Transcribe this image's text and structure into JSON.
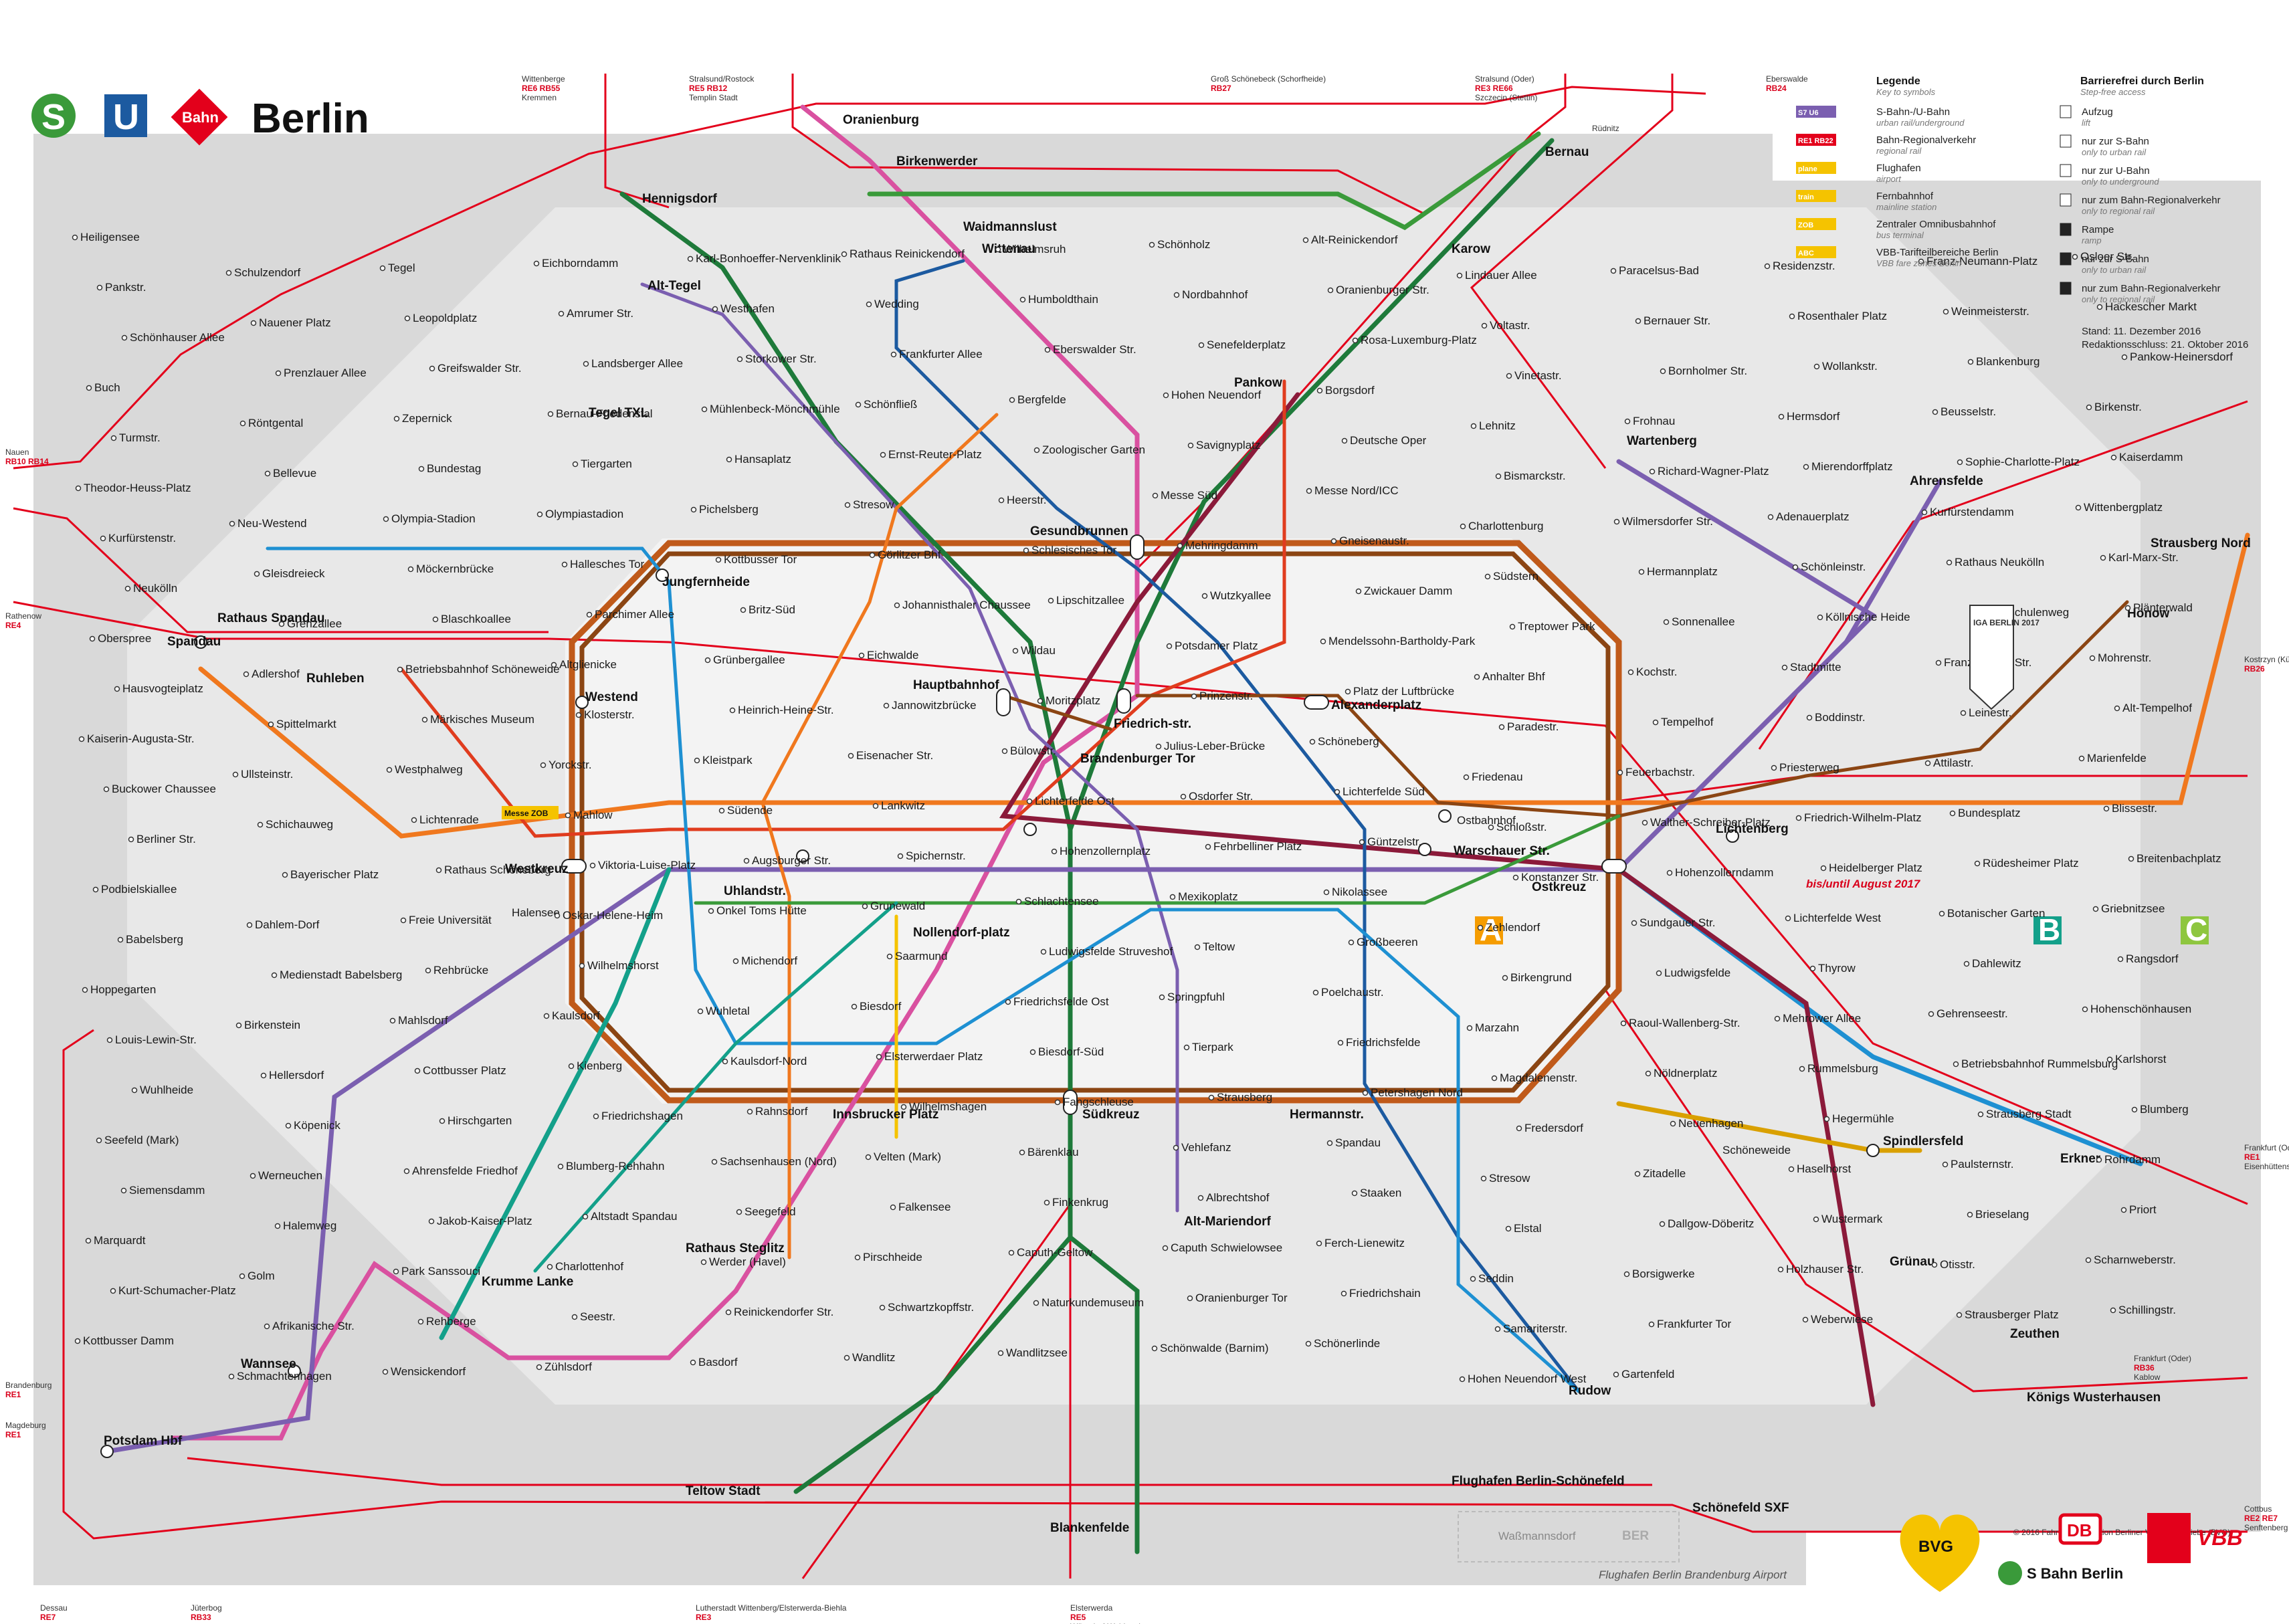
{
  "header": {
    "s_badge": "S",
    "u_badge": "U",
    "bahn_badge": "Bahn",
    "title": "Berlin"
  },
  "legend": {
    "title": "Legende",
    "subtitle": "Key to symbols",
    "items": [
      {
        "tag": "S7 U6",
        "label": "S-Bahn-/U-Bahn",
        "sub": "urban rail/underground"
      },
      {
        "tag": "RE1 RB22",
        "label": "Bahn-Regionalverkehr",
        "sub": "regional rail"
      },
      {
        "tag": "plane",
        "label": "Flughafen",
        "sub": "airport"
      },
      {
        "tag": "train",
        "label": "Fernbahnhof",
        "sub": "mainline station"
      },
      {
        "tag": "ZOB",
        "label": "Zentraler Omnibusbahnhof",
        "sub": "bus terminal"
      },
      {
        "tag": "ABC",
        "label": "VBB-Tarifteilbereiche Berlin",
        "sub": "VBB fare zones Berlin"
      }
    ],
    "access_title": "Barrierefrei durch Berlin",
    "access_subtitle": "Step-free access",
    "access_items": [
      {
        "label": "Aufzug",
        "sub": "lift"
      },
      {
        "label": "nur zur S-Bahn",
        "sub": "only to urban rail"
      },
      {
        "label": "nur zur U-Bahn",
        "sub": "only to underground"
      },
      {
        "label": "nur zum Bahn-Regionalverkehr",
        "sub": "only to regional rail"
      },
      {
        "label": "Rampe",
        "sub": "ramp"
      },
      {
        "label": "nur zur S-Bahn",
        "sub": "only to urban rail"
      },
      {
        "label": "nur zum Bahn-Regionalverkehr",
        "sub": "only to regional rail"
      }
    ],
    "stand": "Stand: 11. Dezember 2016",
    "redaktion": "Redaktionsschluss: 21. Oktober 2016"
  },
  "zones": {
    "a": "A",
    "b": "B",
    "c": "C"
  },
  "colors": {
    "ring": "#a0522d",
    "s_purple": "#7b5fb0",
    "s_green": "#3a9a3a",
    "s_darkgreen": "#1e7a3a",
    "s_pink": "#d951a0",
    "s_orange": "#f0781e",
    "s_blue": "#1e90d2",
    "s_teal": "#13a08a",
    "s_brown": "#8b4513",
    "u_darkblue": "#1c5aa0",
    "u_yellow": "#f5c300",
    "u_red": "#e03c1e",
    "regional": "#e3001b",
    "zone_a_bg": "#f2f2f2",
    "zone_b_bg": "#e6e6e6",
    "zone_c_bg": "#d8d8d8",
    "zone_a": "#f59c00",
    "zone_b": "#13a08a",
    "zone_c": "#8ec63f"
  },
  "stations": {
    "alexanderplatz": "Alexanderplatz",
    "hauptbahnhof": "Hauptbahnhof",
    "friedrichstr": "Friedrich-str.",
    "ostkreuz": "Ostkreuz",
    "westkreuz": "Westkreuz",
    "suedkreuz": "Südkreuz",
    "gesundbrunnen": "Gesundbrunnen",
    "spandau": "Spandau",
    "wannsee": "Wannsee",
    "potsdam": "Potsdam Hbf",
    "erkner": "Erkner",
    "lichtenberg": "Lichtenberg",
    "ostbahnhof": "Ostbahnhof",
    "jungfernheide": "Jungfernheide",
    "westend": "Westend",
    "bernau": "Bernau",
    "oranienburg": "Oranienburg",
    "hennigsdorf": "Hennigsdorf",
    "ahrensfelde": "Ahrensfelde",
    "strausberg_nord": "Strausberg Nord",
    "koenigs_wusterhausen": "Königs Wusterhausen",
    "schoenefeld": "Schönefeld SXF",
    "flughafen_bs": "Flughafen Berlin-Schönefeld",
    "blankenfelde": "Blankenfelde",
    "teltow_stadt": "Teltow Stadt",
    "tegel": "Tegel TXL",
    "alt_tegel": "Alt-Tegel",
    "pankow": "Pankow",
    "warschauer": "Warschauer Str.",
    "rudow": "Rudow",
    "alt_mariendorf": "Alt-Mariendorf",
    "krumme_lanke": "Krumme Lanke",
    "rathaus_spandau": "Rathaus Spandau",
    "wittenau": "Wittenau",
    "hoenow": "Hönow",
    "wartenberg": "Wartenberg",
    "gruenau": "Grünau",
    "zeuthen": "Zeuthen",
    "spindlersfeld": "Spindlersfeld",
    "hermannstr": "Hermannstr.",
    "innsbrucker": "Innsbrucker Platz",
    "rathaus_steglitz": "Rathaus Steglitz",
    "uhlandstr": "Uhlandstr.",
    "nollendorfplatz": "Nollendorf-platz",
    "brandenburger_tor": "Brandenburger Tor",
    "ruhleben": "Ruhleben",
    "waidmannslust": "Waidmannslust",
    "birkenwerder": "Birkenwerder",
    "karow": "Karow",
    "halensee": "Halensee",
    "schoeneweide": "Schöneweide",
    "ber": "BER",
    "flughafen_ber": "Flughafen Berlin Brandenburg Airport",
    "wassmannsdorf": "Waßmannsdorf",
    "messe_zob": "Messe ZOB"
  },
  "minor_stations": [
    "Heiligensee",
    "Schulzendorf",
    "Tegel",
    "Eichborndamm",
    "Karl-Bonhoeffer-Nervenklinik",
    "Rathaus Reinickendorf",
    "Wilhelmsruh",
    "Schönholz",
    "Alt-Reinickendorf",
    "Lindauer Allee",
    "Paracelsus-Bad",
    "Residenzstr.",
    "Franz-Neumann-Platz",
    "Osloer Str.",
    "Pankstr.",
    "Nauener Platz",
    "Leopoldplatz",
    "Amrumer Str.",
    "Westhafen",
    "Wedding",
    "Humboldthain",
    "Nordbahnhof",
    "Oranienburger Str.",
    "Voltastr.",
    "Bernauer Str.",
    "Rosenthaler Platz",
    "Weinmeisterstr.",
    "Hackescher Markt",
    "Schönhauser Allee",
    "Prenzlauer Allee",
    "Greifswalder Str.",
    "Landsberger Allee",
    "Storkower Str.",
    "Frankfurter Allee",
    "Eberswalder Str.",
    "Senefelderplatz",
    "Rosa-Luxemburg-Platz",
    "Vinetastr.",
    "Bornholmer Str.",
    "Wollankstr.",
    "Blankenburg",
    "Pankow-Heinersdorf",
    "Buch",
    "Röntgental",
    "Zepernick",
    "Bernau-Friedenstal",
    "Mühlenbeck-Mönchmühle",
    "Schönfließ",
    "Bergfelde",
    "Hohen Neuendorf",
    "Borgsdorf",
    "Lehnitz",
    "Frohnau",
    "Hermsdorf",
    "Beusselstr.",
    "Birkenstr.",
    "Turmstr.",
    "Bellevue",
    "Bundestag",
    "Tiergarten",
    "Hansaplatz",
    "Ernst-Reuter-Platz",
    "Zoologischer Garten",
    "Savignyplatz",
    "Deutsche Oper",
    "Bismarckstr.",
    "Richard-Wagner-Platz",
    "Mierendorffplatz",
    "Sophie-Charlotte-Platz",
    "Kaiserdamm",
    "Theodor-Heuss-Platz",
    "Neu-Westend",
    "Olympia-Stadion",
    "Olympiastadion",
    "Pichelsberg",
    "Stresow",
    "Heerstr.",
    "Messe Süd",
    "Messe Nord/ICC",
    "Charlottenburg",
    "Wilmersdorfer Str.",
    "Adenauerplatz",
    "Kurfürstendamm",
    "Wittenbergplatz",
    "Kurfürstenstr.",
    "Gleisdreieck",
    "Möckernbrücke",
    "Hallesches Tor",
    "Kottbusser Tor",
    "Görlitzer Bhf",
    "Schlesisches Tor",
    "Mehringdamm",
    "Gneisenaustr.",
    "Südstern",
    "Hermannplatz",
    "Schönleinstr.",
    "Rathaus Neukölln",
    "Karl-Marx-Str.",
    "Neukölln",
    "Grenzallee",
    "Blaschkoallee",
    "Parchimer Allee",
    "Britz-Süd",
    "Johannisthaler Chaussee",
    "Lipschitzallee",
    "Wutzkyallee",
    "Zwickauer Damm",
    "Treptower Park",
    "Sonnenallee",
    "Köllnische Heide",
    "Baumschulenweg",
    "Plänterwald",
    "Oberspree",
    "Adlershof",
    "Betriebsbahnhof Schöneweide",
    "Altglienicke",
    "Grünbergallee",
    "Eichwalde",
    "Wildau",
    "Potsdamer Platz",
    "Mendelssohn-Bartholdy-Park",
    "Anhalter Bhf",
    "Kochstr.",
    "Stadtmitte",
    "Französische Str.",
    "Mohrenstr.",
    "Hausvogteiplatz",
    "Spittelmarkt",
    "Märkisches Museum",
    "Klosterstr.",
    "Heinrich-Heine-Str.",
    "Jannowitzbrücke",
    "Moritzplatz",
    "Prinzenstr.",
    "Platz der Luftbrücke",
    "Paradestr.",
    "Tempelhof",
    "Boddinstr.",
    "Leinestr.",
    "Alt-Tempelhof",
    "Kaiserin-Augusta-Str.",
    "Ullsteinstr.",
    "Westphalweg",
    "Yorckstr.",
    "Kleistpark",
    "Eisenacher Str.",
    "Bülowstr.",
    "Julius-Leber-Brücke",
    "Schöneberg",
    "Friedenau",
    "Feuerbachstr.",
    "Priesterweg",
    "Attilastr.",
    "Marienfelde",
    "Buckower Chaussee",
    "Schichauweg",
    "Lichtenrade",
    "Mahlow",
    "Südende",
    "Lankwitz",
    "Lichterfelde Ost",
    "Osdorfer Str.",
    "Lichterfelde Süd",
    "Schloßstr.",
    "Walther-Schreiber-Platz",
    "Friedrich-Wilhelm-Platz",
    "Bundesplatz",
    "Blissestr.",
    "Berliner Str.",
    "Bayerischer Platz",
    "Rathaus Schöneberg",
    "Viktoria-Luise-Platz",
    "Augsburger Str.",
    "Spichernstr.",
    "Hohenzollernplatz",
    "Fehrbelliner Platz",
    "Güntzelstr.",
    "Konstanzer Str.",
    "Hohenzollerndamm",
    "Heidelberger Platz",
    "Rüdesheimer Platz",
    "Breitenbachplatz",
    "Podbielskiallee",
    "Dahlem-Dorf",
    "Freie Universität",
    "Oskar-Helene-Heim",
    "Onkel Toms Hütte",
    "Grunewald",
    "Schlachtensee",
    "Mexikoplatz",
    "Nikolassee",
    "Zehlendorf",
    "Sundgauer Str.",
    "Lichterfelde West",
    "Botanischer Garten",
    "Griebnitzsee",
    "Babelsberg",
    "Medienstadt Babelsberg",
    "Rehbrücke",
    "Wilhelmshorst",
    "Michendorf",
    "Saarmund",
    "Ludwigsfelde Struveshof",
    "Teltow",
    "Großbeeren",
    "Birkengrund",
    "Ludwigsfelde",
    "Thyrow",
    "Dahlewitz",
    "Rangsdorf",
    "Hoppegarten",
    "Birkenstein",
    "Mahlsdorf",
    "Kaulsdorf",
    "Wuhletal",
    "Biesdorf",
    "Friedrichsfelde Ost",
    "Springpfuhl",
    "Poelchaustr.",
    "Marzahn",
    "Raoul-Wallenberg-Str.",
    "Mehrower Allee",
    "Gehrenseestr.",
    "Hohenschönhausen",
    "Louis-Lewin-Str.",
    "Hellersdorf",
    "Cottbusser Platz",
    "Kienberg",
    "Kaulsdorf-Nord",
    "Elsterwerdaer Platz",
    "Biesdorf-Süd",
    "Tierpark",
    "Friedrichsfelde",
    "Magdalenenstr.",
    "Nöldnerplatz",
    "Rummelsburg",
    "Betriebsbahnhof Rummelsburg",
    "Karlshorst",
    "Wuhlheide",
    "Köpenick",
    "Hirschgarten",
    "Friedrichshagen",
    "Rahnsdorf",
    "Wilhelmshagen",
    "Fangschleuse",
    "Strausberg",
    "Petershagen Nord",
    "Fredersdorf",
    "Neuenhagen",
    "Hegermühle",
    "Strausberg Stadt",
    "Blumberg",
    "Seefeld (Mark)",
    "Werneuchen",
    "Ahrensfelde Friedhof",
    "Blumberg-Rehhahn",
    "Sachsenhausen (Nord)",
    "Velten (Mark)",
    "Bärenklau",
    "Vehlefanz",
    "Spandau",
    "Stresow",
    "Zitadelle",
    "Haselhorst",
    "Paulsternstr.",
    "Rohrdamm",
    "Siemensdamm",
    "Halemweg",
    "Jakob-Kaiser-Platz",
    "Altstadt Spandau",
    "Seegefeld",
    "Falkensee",
    "Finkenkrug",
    "Albrechtshof",
    "Staaken",
    "Elstal",
    "Dallgow-Döberitz",
    "Wustermark",
    "Brieselang",
    "Priort",
    "Marquardt",
    "Golm",
    "Park Sanssouci",
    "Charlottenhof",
    "Werder (Havel)",
    "Pirschheide",
    "Caputh-Geltow",
    "Caputh Schwielowsee",
    "Ferch-Lienewitz",
    "Seddin",
    "Borsigwerke",
    "Holzhauser Str.",
    "Otisstr.",
    "Scharnweberstr.",
    "Kurt-Schumacher-Platz",
    "Afrikanische Str.",
    "Rehberge",
    "Seestr.",
    "Reinickendorfer Str.",
    "Schwartzkopffstr.",
    "Naturkundemuseum",
    "Oranienburger Tor",
    "Friedrichshain",
    "Samariterstr.",
    "Frankfurter Tor",
    "Weberwiese",
    "Strausberger Platz",
    "Schillingstr.",
    "Kottbusser Damm",
    "Schmachtenhagen",
    "Wensickendorf",
    "Zühlsdorf",
    "Basdorf",
    "Wandlitz",
    "Wandlitzsee",
    "Schönwalde (Barnim)",
    "Schönerlinde",
    "Hohen Neuendorf West",
    "Gartenfeld"
  ],
  "regional_terminals": [
    {
      "name": "Wittenberge",
      "lines": "RE6 RB55",
      "to": "Kremmen"
    },
    {
      "name": "Stralsund/Rostock",
      "lines": "RE5 RB12",
      "to": "Templin Stadt"
    },
    {
      "name": "Groß Schönebeck (Schorfheide)",
      "lines": "RB27",
      "to": ""
    },
    {
      "name": "Stralsund (Oder)",
      "lines": "RE3 RE66",
      "to": "Szczecin (Stettin)"
    },
    {
      "name": "Eberswalde",
      "lines": "RB24",
      "to": ""
    },
    {
      "name": "Rüdnitz",
      "lines": "",
      "to": ""
    },
    {
      "name": "Nauen",
      "lines": "RB10 RB14",
      "to": ""
    },
    {
      "name": "Rathenow",
      "lines": "RE4",
      "to": ""
    },
    {
      "name": "Brandenburg",
      "lines": "RE1",
      "to": ""
    },
    {
      "name": "Magdeburg",
      "lines": "RE1",
      "to": ""
    },
    {
      "name": "Dessau",
      "lines": "RE7",
      "to": ""
    },
    {
      "name": "Jüterbog",
      "lines": "RB33",
      "to": ""
    },
    {
      "name": "Lutherstadt Wittenberg/Elsterwerda-Biehla",
      "lines": "RE3",
      "to": ""
    },
    {
      "name": "Elsterwerda",
      "lines": "RE5",
      "to": "Wünsdorf-Waldstadt"
    },
    {
      "name": "Cottbus",
      "lines": "RE2 RE7",
      "to": "Senftenberg"
    },
    {
      "name": "Frankfurt (Oder)",
      "lines": "RE1",
      "to": "Eisenhüttenstadt"
    },
    {
      "name": "Kostrzyn (Küstrin)",
      "lines": "RB26",
      "to": ""
    },
    {
      "name": "Frankfurt (Oder)",
      "lines": "RB36",
      "to": "Kablow"
    }
  ],
  "notes": {
    "iga": "IGA BERLIN 2017",
    "bis_august": "bis/until August 2017",
    "copyright": "© 2016 Fahrgastinformation Berliner Verkehrsbetriebe (BVG)",
    "logos": [
      "BVG",
      "DB",
      "S Bahn Berlin",
      "VBB"
    ]
  }
}
